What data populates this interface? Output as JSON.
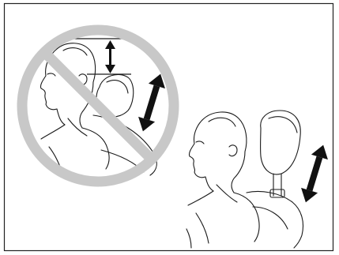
{
  "figure": {
    "kind": "headrest-adjustment-illustration",
    "panels": [
      {
        "id": "incorrect",
        "mark": "prohibition-sign"
      },
      {
        "id": "correct",
        "mark": "none"
      }
    ],
    "colors": {
      "frame": "#222222",
      "line": "#1a1a1a",
      "prohibition": "#c8c8c8",
      "arrow": "#111111",
      "background": "#ffffff"
    },
    "icons": [
      "prohibition-icon",
      "up-down-arrow-icon",
      "headrest-gap-arrow-icon"
    ]
  }
}
